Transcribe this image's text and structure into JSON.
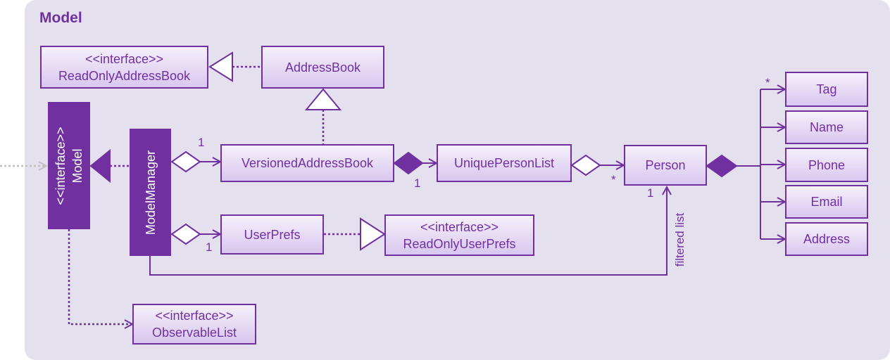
{
  "package_title": "Model",
  "colors": {
    "primary": "#7030a0",
    "package_bg": "#e5e0ee",
    "class_fill_top": "#f5f0fa",
    "class_fill_bottom": "#d9c7ef",
    "external_arrow": "#bfbfbf"
  },
  "classes": {
    "read_only_address_book": {
      "stereotype": "<<interface>>",
      "name": "ReadOnlyAddressBook"
    },
    "address_book": {
      "name": "AddressBook"
    },
    "model": {
      "stereotype": "<<interface>>",
      "name": "Model"
    },
    "model_manager": {
      "name": "ModelManager"
    },
    "versioned_address_book": {
      "name": "VersionedAddressBook"
    },
    "unique_person_list": {
      "name": "UniquePersonList"
    },
    "person": {
      "name": "Person"
    },
    "tag": {
      "name": "Tag"
    },
    "name": {
      "name": "Name"
    },
    "phone": {
      "name": "Phone"
    },
    "email": {
      "name": "Email"
    },
    "address": {
      "name": "Address"
    },
    "user_prefs": {
      "name": "UserPrefs"
    },
    "read_only_user_prefs": {
      "stereotype": "<<interface>>",
      "name": "ReadOnlyUserPrefs"
    },
    "observable_list": {
      "stereotype": "<<interface>>",
      "name": "ObservableList"
    }
  },
  "multiplicities": {
    "manager_to_versioned": "1",
    "versioned_to_unique": "1",
    "unique_to_person": "*",
    "person_filtered": "1",
    "person_to_tag": "*",
    "manager_to_userprefs": "1"
  },
  "association_labels": {
    "filtered_list": "filtered list"
  }
}
